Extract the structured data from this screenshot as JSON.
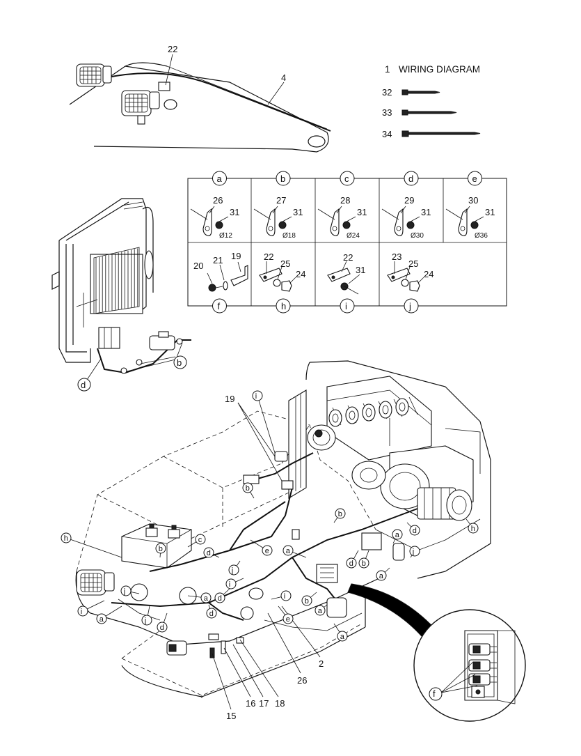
{
  "legend": {
    "items": [
      {
        "num": "1",
        "label": "WIRING DIAGRAM"
      },
      {
        "num": "32",
        "label": ""
      },
      {
        "num": "33",
        "label": ""
      },
      {
        "num": "34",
        "label": ""
      }
    ]
  },
  "clamp_table": {
    "top_row": [
      {
        "letter": "a",
        "part_a": "26",
        "part_b": "31",
        "diameter": "Ø12"
      },
      {
        "letter": "b",
        "part_a": "27",
        "part_b": "31",
        "diameter": "Ø18"
      },
      {
        "letter": "c",
        "part_a": "28",
        "part_b": "31",
        "diameter": "Ø24"
      },
      {
        "letter": "d",
        "part_a": "29",
        "part_b": "31",
        "diameter": "Ø30"
      },
      {
        "letter": "e",
        "part_a": "30",
        "part_b": "31",
        "diameter": "Ø36"
      }
    ],
    "bottom_row": [
      {
        "letter": "f",
        "labels": [
          "20",
          "21",
          "19"
        ]
      },
      {
        "letter": "h",
        "labels": [
          "22",
          "25",
          "24"
        ]
      },
      {
        "letter": "i",
        "labels": [
          "22",
          "31"
        ]
      },
      {
        "letter": "j",
        "labels": [
          "23",
          "25",
          "24"
        ]
      }
    ]
  },
  "boom_callouts": {
    "c22": "22",
    "c4": "4"
  },
  "radiator_callouts": {
    "b": "b",
    "d": "d"
  },
  "main_callouts": {
    "c19": "19",
    "c2": "2",
    "c26": "26",
    "c15": "15",
    "c16": "16",
    "c17": "17",
    "c18": "18",
    "letters": [
      {
        "key": "i1",
        "text": "i"
      },
      {
        "key": "b1",
        "text": "b"
      },
      {
        "key": "b2",
        "text": "b"
      },
      {
        "key": "e1",
        "text": "e"
      },
      {
        "key": "h1",
        "text": "h"
      },
      {
        "key": "c1",
        "text": "c"
      },
      {
        "key": "d1",
        "text": "d"
      },
      {
        "key": "d2",
        "text": "d"
      },
      {
        "key": "d3",
        "text": "d"
      },
      {
        "key": "d4",
        "text": "d"
      },
      {
        "key": "d5",
        "text": "d"
      },
      {
        "key": "a1",
        "text": "a"
      },
      {
        "key": "a2",
        "text": "a"
      },
      {
        "key": "a3",
        "text": "a"
      },
      {
        "key": "a4",
        "text": "a"
      },
      {
        "key": "a5",
        "text": "a"
      },
      {
        "key": "a6",
        "text": "a"
      },
      {
        "key": "a7",
        "text": "a"
      },
      {
        "key": "j1",
        "text": "j"
      },
      {
        "key": "j2",
        "text": "j"
      },
      {
        "key": "j3",
        "text": "j"
      },
      {
        "key": "j4",
        "text": "j"
      },
      {
        "key": "i2",
        "text": "i"
      },
      {
        "key": "i3",
        "text": "i"
      },
      {
        "key": "i4",
        "text": "i"
      },
      {
        "key": "b3",
        "text": "b"
      },
      {
        "key": "b4",
        "text": "b"
      },
      {
        "key": "b5",
        "text": "b"
      },
      {
        "key": "e2",
        "text": "e"
      },
      {
        "key": "d6",
        "text": "d"
      },
      {
        "key": "h2",
        "text": "h"
      }
    ]
  },
  "detail_callouts": {
    "f": "f"
  }
}
